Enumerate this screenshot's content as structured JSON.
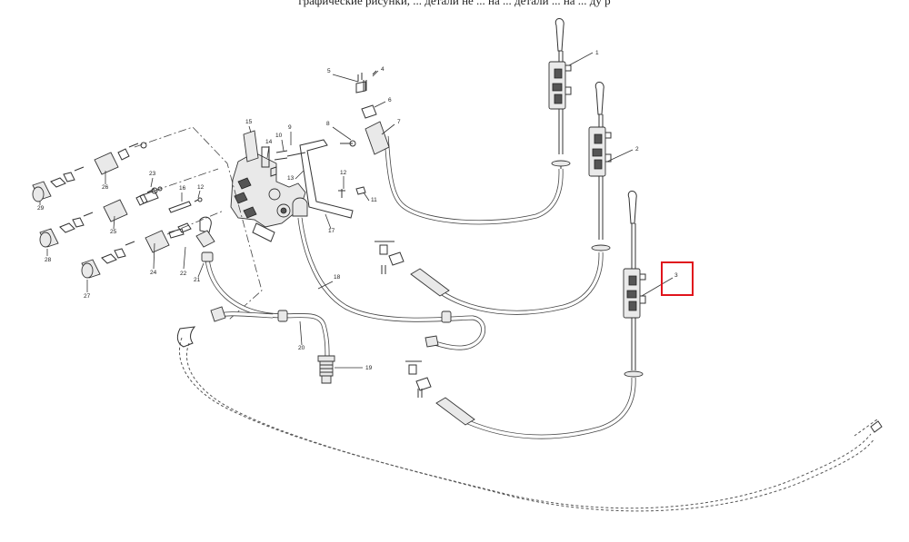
{
  "header": {
    "text": "графические рисунки, ... детали не ... на ... детали ... на ... ду р"
  },
  "colors": {
    "highlight": "#e0141c",
    "line": "#333333"
  },
  "callouts": [
    {
      "id": "1",
      "label": "1"
    },
    {
      "id": "2",
      "label": "2"
    },
    {
      "id": "3",
      "label": "3",
      "highlighted": true
    },
    {
      "id": "4",
      "label": "4"
    },
    {
      "id": "5",
      "label": "5"
    },
    {
      "id": "6",
      "label": "6"
    },
    {
      "id": "7",
      "label": "7"
    },
    {
      "id": "8",
      "label": "8"
    },
    {
      "id": "9",
      "label": "9"
    },
    {
      "id": "10",
      "label": "10"
    },
    {
      "id": "11",
      "label": "11"
    },
    {
      "id": "12a",
      "label": "12"
    },
    {
      "id": "12b",
      "label": "12"
    },
    {
      "id": "13",
      "label": "13"
    },
    {
      "id": "14",
      "label": "14"
    },
    {
      "id": "15",
      "label": "15"
    },
    {
      "id": "16",
      "label": "16"
    },
    {
      "id": "17",
      "label": "17"
    },
    {
      "id": "18",
      "label": "18"
    },
    {
      "id": "19",
      "label": "19"
    },
    {
      "id": "20",
      "label": "20"
    },
    {
      "id": "21",
      "label": "21"
    },
    {
      "id": "22",
      "label": "22"
    },
    {
      "id": "23",
      "label": "23"
    },
    {
      "id": "24",
      "label": "24"
    },
    {
      "id": "25",
      "label": "25"
    },
    {
      "id": "26",
      "label": "26"
    },
    {
      "id": "27",
      "label": "27"
    },
    {
      "id": "28",
      "label": "28"
    },
    {
      "id": "29",
      "label": "29"
    }
  ]
}
